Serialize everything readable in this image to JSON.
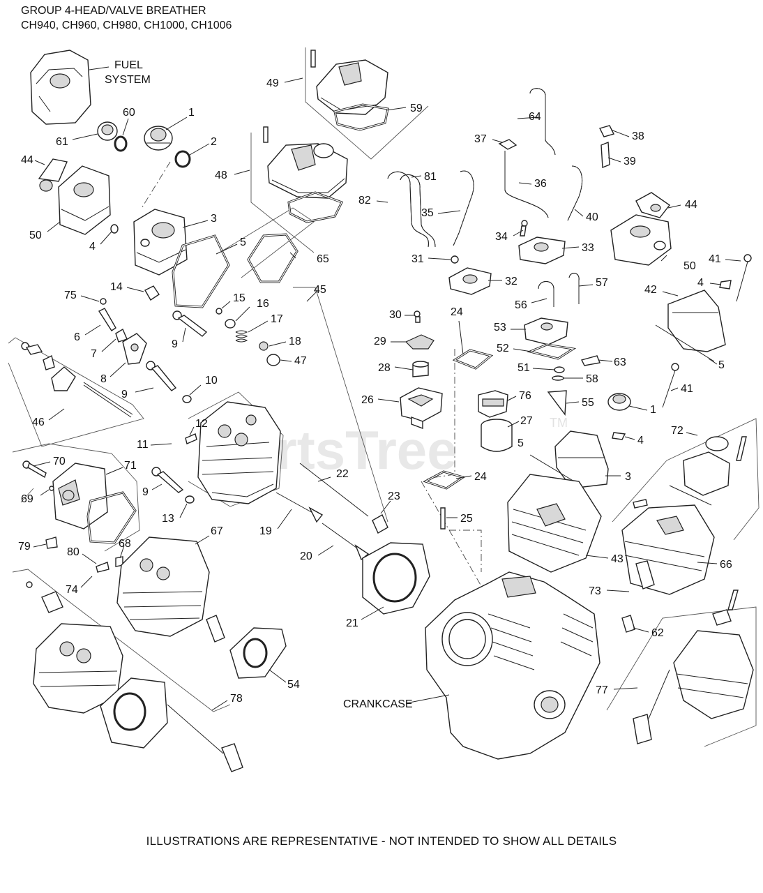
{
  "title": {
    "line1": "GROUP 4-HEAD/VALVE BREATHER",
    "line2": "CH940, CH960, CH980, CH1000, CH1006"
  },
  "footer": "ILLUSTRATIONS ARE REPRESENTATIVE - NOT INTENDED TO SHOW ALL DETAILS",
  "watermark": {
    "text": "PartsTree",
    "tm": "TM"
  },
  "labels": {
    "fuel_system_1": "FUEL",
    "fuel_system_2": "SYSTEM",
    "crankcase": "CRANKCASE"
  },
  "callouts": [
    "1",
    "2",
    "3",
    "4",
    "5",
    "6",
    "7",
    "8",
    "9",
    "10",
    "11",
    "12",
    "13",
    "14",
    "15",
    "16",
    "17",
    "18",
    "19",
    "20",
    "21",
    "22",
    "23",
    "24",
    "25",
    "26",
    "27",
    "28",
    "29",
    "30",
    "31",
    "32",
    "33",
    "34",
    "35",
    "36",
    "37",
    "38",
    "39",
    "40",
    "41",
    "42",
    "43",
    "44",
    "45",
    "46",
    "47",
    "48",
    "49",
    "50",
    "51",
    "52",
    "53",
    "54",
    "55",
    "56",
    "57",
    "58",
    "59",
    "60",
    "61",
    "62",
    "63",
    "64",
    "65",
    "66",
    "67",
    "68",
    "69",
    "70",
    "71",
    "72",
    "73",
    "74",
    "75",
    "76",
    "77",
    "78",
    "79",
    "80",
    "81",
    "82"
  ]
}
